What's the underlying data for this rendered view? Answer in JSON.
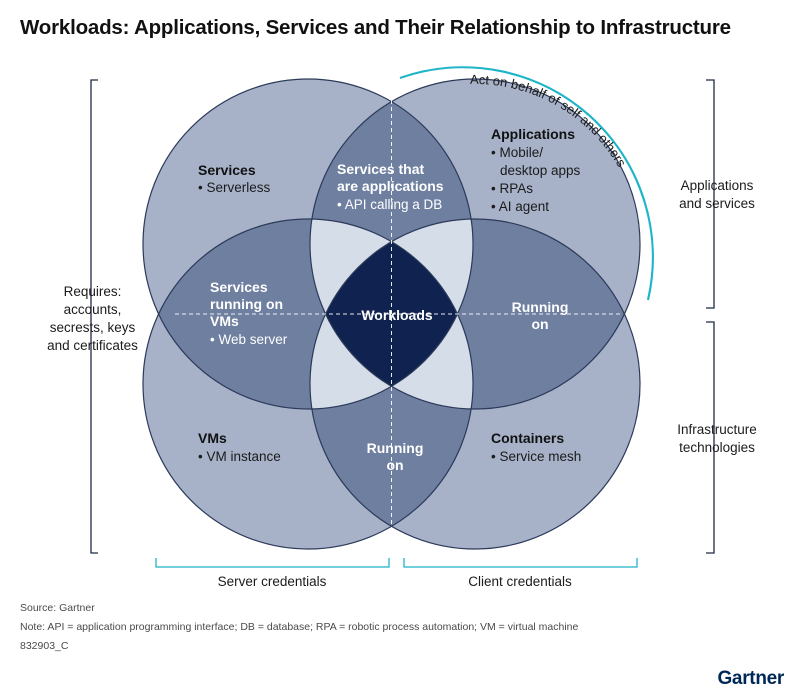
{
  "title": "Workloads: Applications, Services and Their Relationship to Infrastructure",
  "colors": {
    "circle_fill": "#a7b2c9",
    "pair_overlap": "#6e7fa0",
    "triple_overlap": "#d5dde8",
    "center": "#0f2250",
    "outline": "#2c3a5a",
    "bracket": "#1f2a44",
    "cyan_accent": "#1fb5c9"
  },
  "circles": {
    "services": {
      "heading": "Services",
      "bullets": [
        "• Serverless"
      ]
    },
    "applications": {
      "heading": "Applications",
      "bullets": [
        "• Mobile/",
        "desktop apps",
        "• RPAs",
        "• AI agent"
      ]
    },
    "vms": {
      "heading": "VMs",
      "bullets": [
        "• VM instance"
      ]
    },
    "containers": {
      "heading": "Containers",
      "bullets": [
        "• Service mesh"
      ]
    }
  },
  "overlaps": {
    "top": {
      "lines": [
        "Services that",
        "are applications"
      ],
      "bullet": "• API calling a DB"
    },
    "left": {
      "lines": [
        "Services",
        "running on",
        "VMs"
      ],
      "bullet": "• Web server"
    },
    "right": {
      "lines": [
        "Running",
        "on"
      ]
    },
    "bottom": {
      "lines": [
        "Running",
        "on"
      ]
    },
    "center": "Workloads"
  },
  "arc_label": "Act on behalf of self and others",
  "side_labels": {
    "left": [
      "Requires:",
      "accounts,",
      "secrests, keys",
      "and certificates"
    ],
    "right_top": [
      "Applications",
      "and services"
    ],
    "right_bottom": [
      "Infrastructure",
      "technologies"
    ],
    "bottom_left": "Server credentials",
    "bottom_right": "Client credentials"
  },
  "footer": {
    "source": "Source: Gartner",
    "note": "Note: API = application programming interface; DB = database; RPA = robotic process automation; VM = virtual machine",
    "id": "832903_C"
  },
  "brand": "Gartner"
}
